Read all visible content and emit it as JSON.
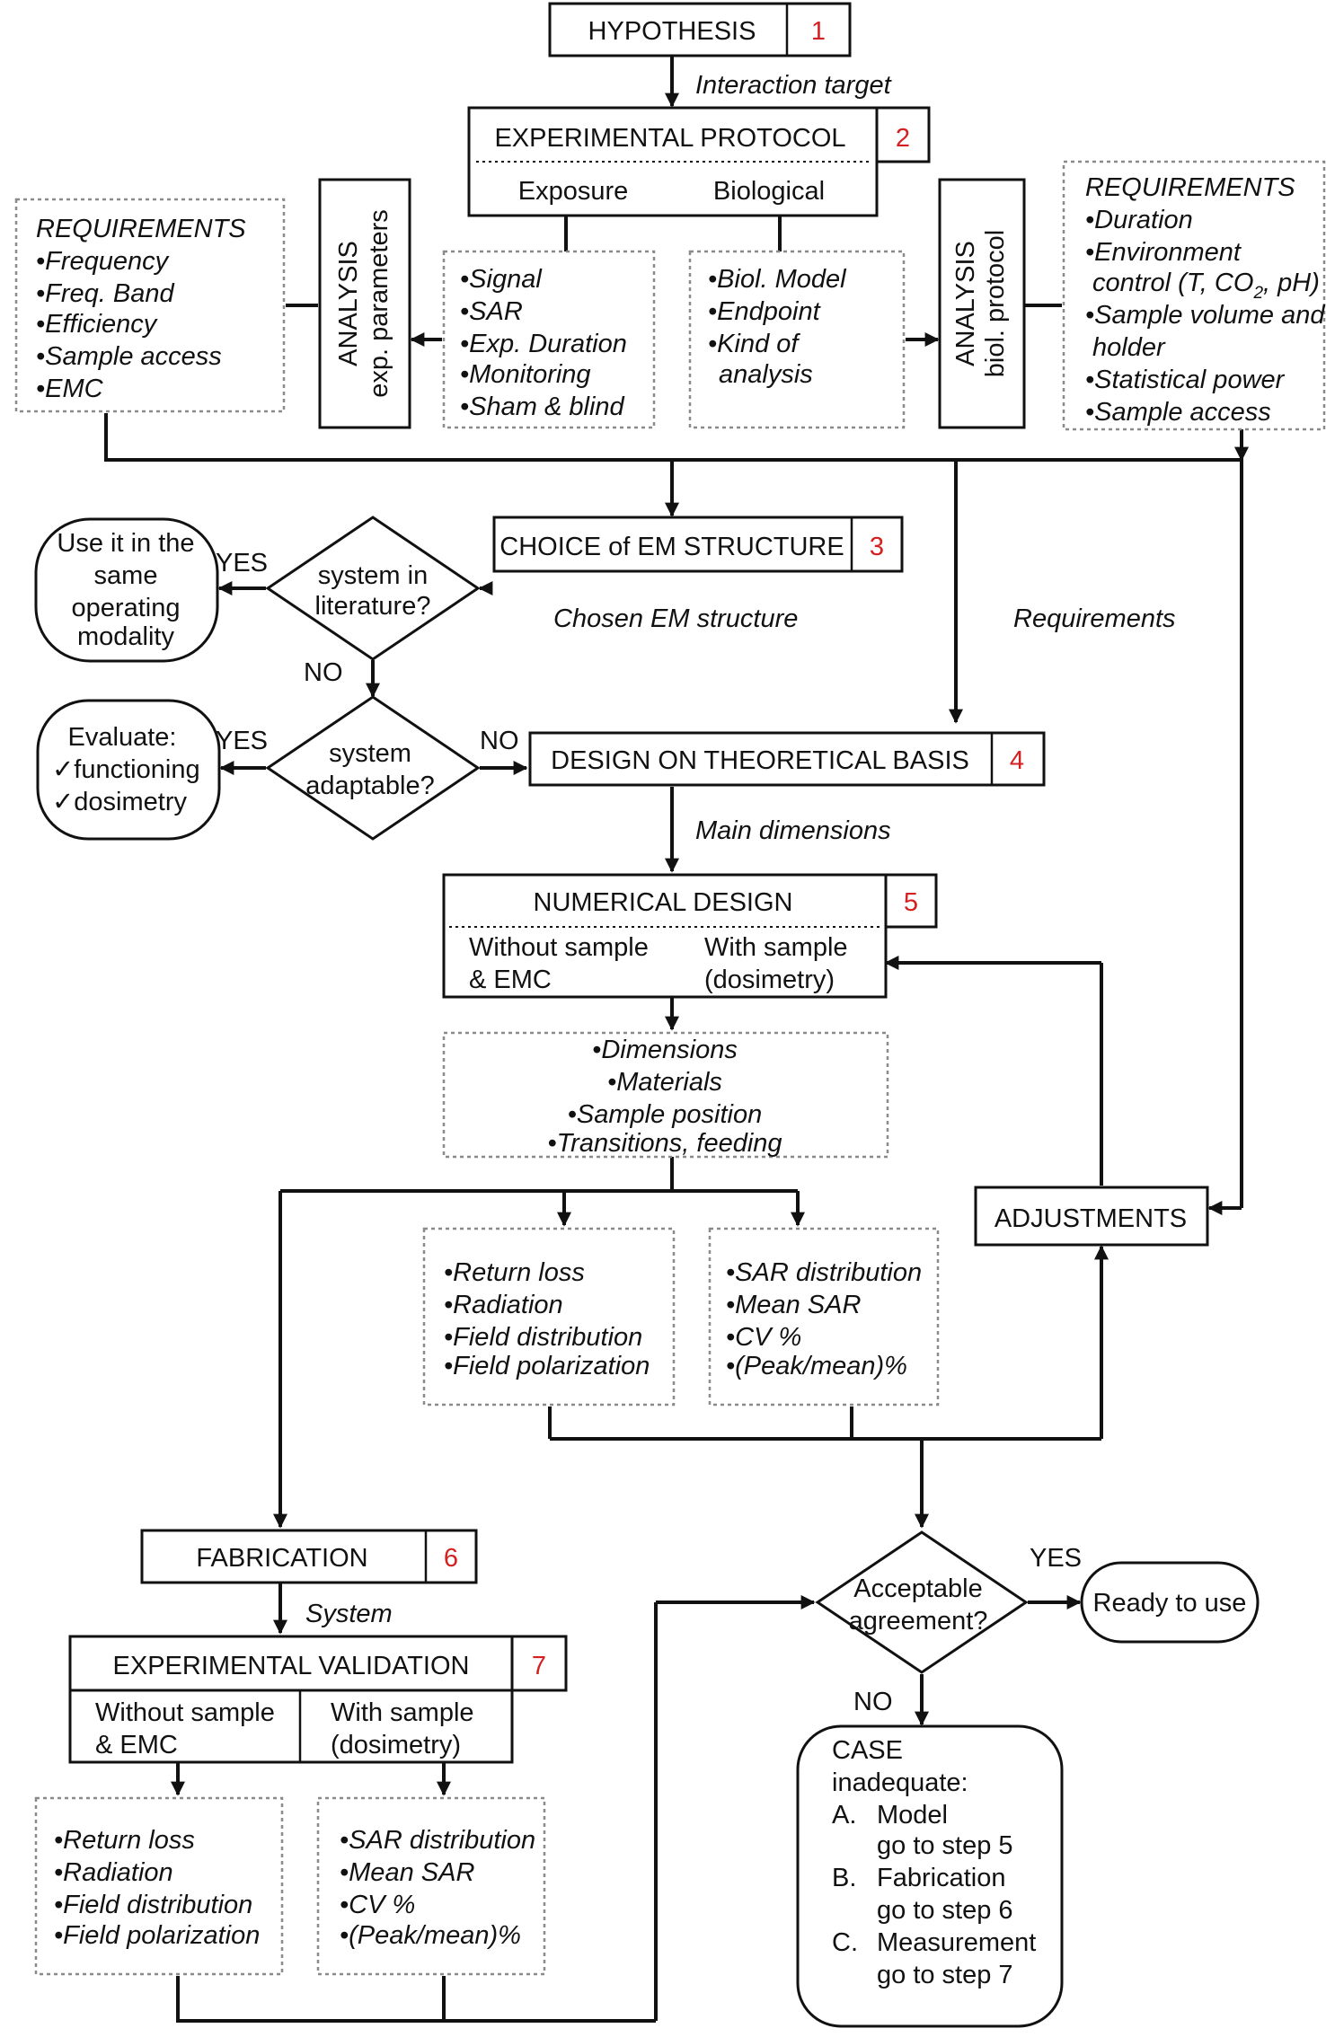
{
  "step1": {
    "label": "HYPOTHESIS",
    "num": "1"
  },
  "interaction_target": "Interaction target",
  "step2": {
    "label": "EXPERIMENTAL PROTOCOL",
    "num": "2",
    "left": "Exposure",
    "right": "Biological"
  },
  "exposure_items": [
    "•Signal",
    "•SAR",
    "•Exp. Duration",
    "•Monitoring",
    "•Sham & blind"
  ],
  "biological_items": [
    "•Biol. Model",
    "•Endpoint",
    "•Kind of",
    "analysis"
  ],
  "analysis_exp": {
    "line1": "ANALYSIS",
    "line2": "exp. parameters"
  },
  "analysis_biol": {
    "line1": "ANALYSIS",
    "line2": "biol. protocol"
  },
  "req_left": {
    "title": "REQUIREMENTS",
    "items": [
      "•Frequency",
      "•Freq. Band",
      "•Efficiency",
      "•Sample access",
      "•EMC"
    ]
  },
  "req_right": {
    "title": "REQUIREMENTS",
    "items": [
      "•Duration",
      "•Environment",
      "control (T, CO",
      "2",
      ", pH)",
      "•Sample volume and",
      "holder",
      "•Statistical power",
      "•Sample access"
    ]
  },
  "step3": {
    "label": "CHOICE of EM STRUCTURE",
    "num": "3"
  },
  "decision1": {
    "line1": "system in",
    "line2": "literature?"
  },
  "use_it": [
    "Use it in the",
    "same",
    "operating",
    "modality"
  ],
  "yes": "YES",
  "no": "NO",
  "chosen_em": "Chosen EM structure",
  "requirements_label": "Requirements",
  "decision2": {
    "line1": "system",
    "line2": "adaptable?"
  },
  "evaluate": [
    "Evaluate:",
    "✓functioning",
    "✓dosimetry"
  ],
  "step4": {
    "label": "DESIGN ON THEORETICAL BASIS",
    "num": "4"
  },
  "main_dimensions": "Main dimensions",
  "step5": {
    "label": "NUMERICAL DESIGN",
    "num": "5",
    "left1": "Without sample",
    "left2": "& EMC",
    "right1": "With sample",
    "right2": "(dosimetry)"
  },
  "design_items": [
    "•Dimensions",
    "•Materials",
    "•Sample position",
    "•Transitions, feeding"
  ],
  "adjustments": "ADJUSTMENTS",
  "em_checks": [
    "•Return loss",
    "•Radiation",
    "•Field distribution",
    "•Field polarization"
  ],
  "sar_checks": [
    "•SAR distribution",
    "•Mean SAR",
    "•CV %",
    "•(Peak/mean)%"
  ],
  "step6": {
    "label": "FABRICATION",
    "num": "6"
  },
  "system_label": "System",
  "step7": {
    "label": "EXPERIMENTAL VALIDATION",
    "num": "7",
    "left1": "Without sample",
    "left2": "& EMC",
    "right1": "With sample",
    "right2": "(dosimetry)"
  },
  "val_em_checks": [
    "•Return loss",
    "•Radiation",
    "•Field distribution",
    "•Field polarization"
  ],
  "val_sar_checks": [
    "•SAR distribution",
    "•Mean SAR",
    "•CV %",
    "•(Peak/mean)%"
  ],
  "decision3": {
    "line1": "Acceptable",
    "line2": "agreement?"
  },
  "ready": "Ready to use",
  "case": [
    "CASE",
    "inadequate:",
    "A.",
    "Model",
    "go to step 5",
    "B.",
    "Fabrication",
    "go to step 6",
    "C.",
    "Measurement",
    "go to step 7"
  ]
}
